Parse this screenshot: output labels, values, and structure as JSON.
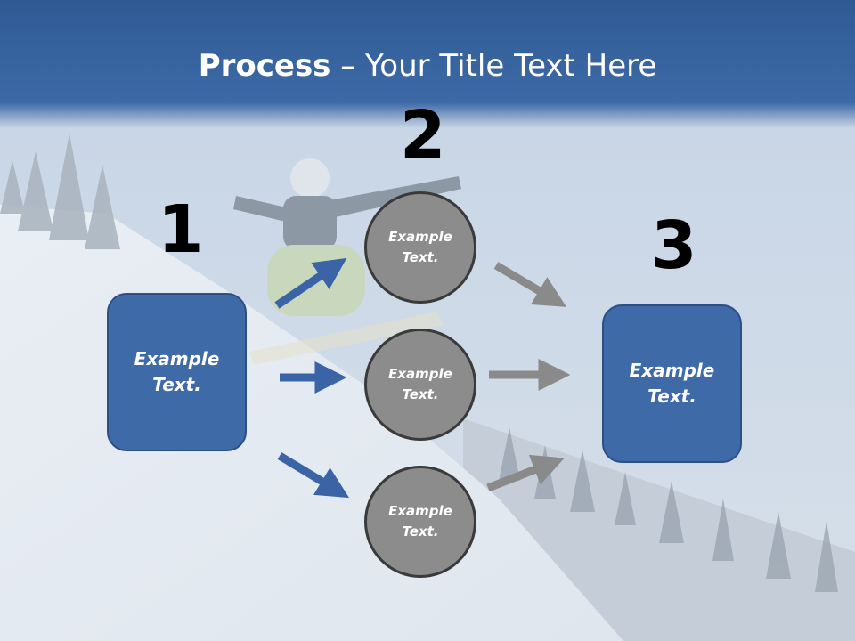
{
  "slide": {
    "title_bold": "Process",
    "title_rest": " – Your Title Text Here",
    "step_numbers": [
      "1",
      "2",
      "3"
    ],
    "left_box": "Example Text.",
    "right_box": "Example Text.",
    "circles": [
      "Example Text.",
      "Example Text.",
      "Example Text."
    ]
  },
  "colors": {
    "box_fill": "#3f6aa8",
    "circle_fill": "#8c8c8c",
    "blue_arrow": "#3a64a6",
    "gray_arrow": "#8a8a8a"
  }
}
